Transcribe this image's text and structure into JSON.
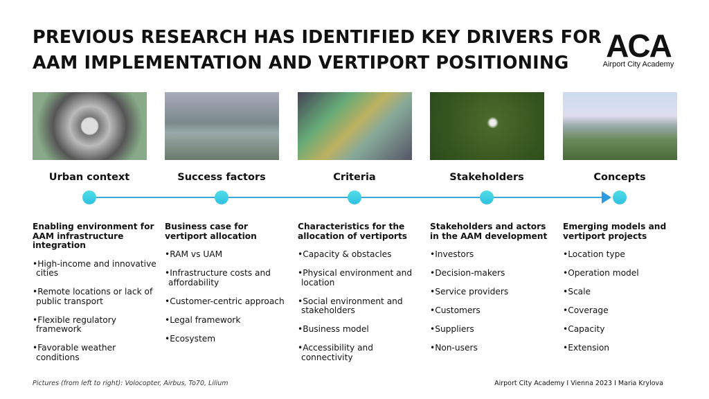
{
  "title_line1": "PREVIOUS RESEARCH HAS IDENTIFIED KEY DRIVERS FOR",
  "title_line2": "AAM IMPLEMENTATION AND VERTIPORT POSITIONING",
  "logo": {
    "mark": "ACA",
    "name": "Airport City Academy"
  },
  "columns": [
    {
      "heading": "Urban context",
      "desc": "Enabling environment for AAM infrastructure integration",
      "items": [
        "High-income and innovative cities",
        "Remote locations or lack of public transport",
        "Flexible regulatory framework",
        "Favorable weather conditions"
      ]
    },
    {
      "heading": "Success factors",
      "desc": "Business case for vertiport allocation",
      "items": [
        "RAM vs UAM",
        "Infrastructure costs and affordability",
        "Customer-centric approach",
        "Legal framework",
        "Ecosystem"
      ]
    },
    {
      "heading": "Criteria",
      "desc": "Characteristics for the allocation of vertiports",
      "items": [
        "Capacity & obstacles",
        "Physical environment and location",
        "Social environment and stakeholders",
        "Business model",
        "Accessibility and connectivity"
      ]
    },
    {
      "heading": "Stakeholders",
      "desc": "Stakeholders and actors in the AAM development",
      "items": [
        "Investors",
        "Decision-makers",
        "Service providers",
        "Customers",
        "Suppliers",
        "Non-users"
      ]
    },
    {
      "heading": "Concepts",
      "desc": "Emerging models and vertiport projects",
      "items": [
        "Location type",
        "Operation model",
        "Scale",
        "Coverage",
        "Capacity",
        "Extension"
      ]
    }
  ],
  "footer_left": "Pictures (from left to right): Volocopter, Airbus, To70, Lilium",
  "footer_right": "Airport City Academy I Vienna 2023 I Maria Krylova"
}
